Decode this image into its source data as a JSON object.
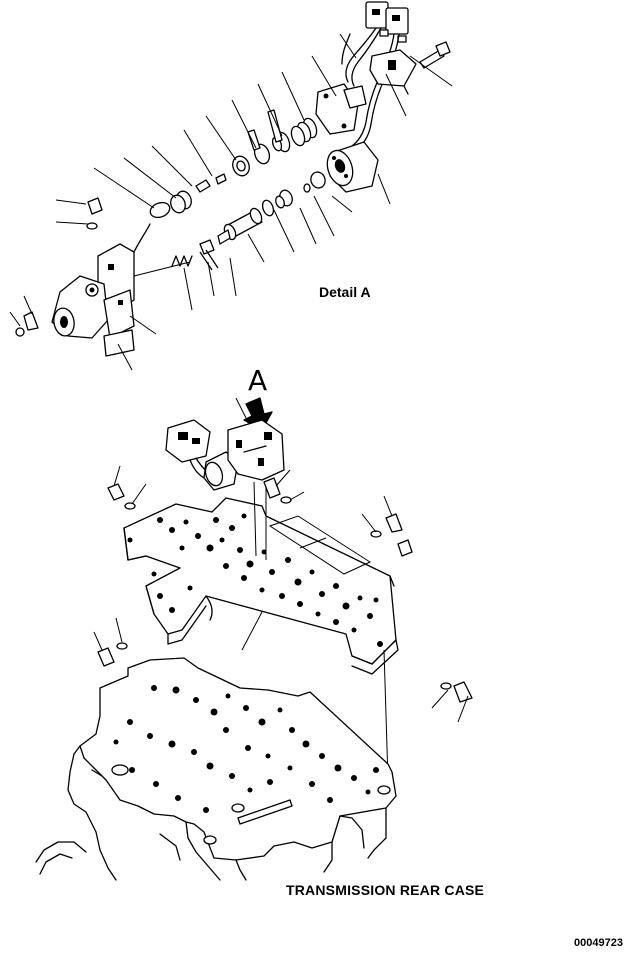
{
  "labels": {
    "detail": "Detail A",
    "view_letter": "A",
    "rear_case": "TRANSMISSION REAR CASE",
    "drawing_code": "00049723"
  },
  "icons": {
    "view_arrow": "view-direction-arrow-icon"
  }
}
